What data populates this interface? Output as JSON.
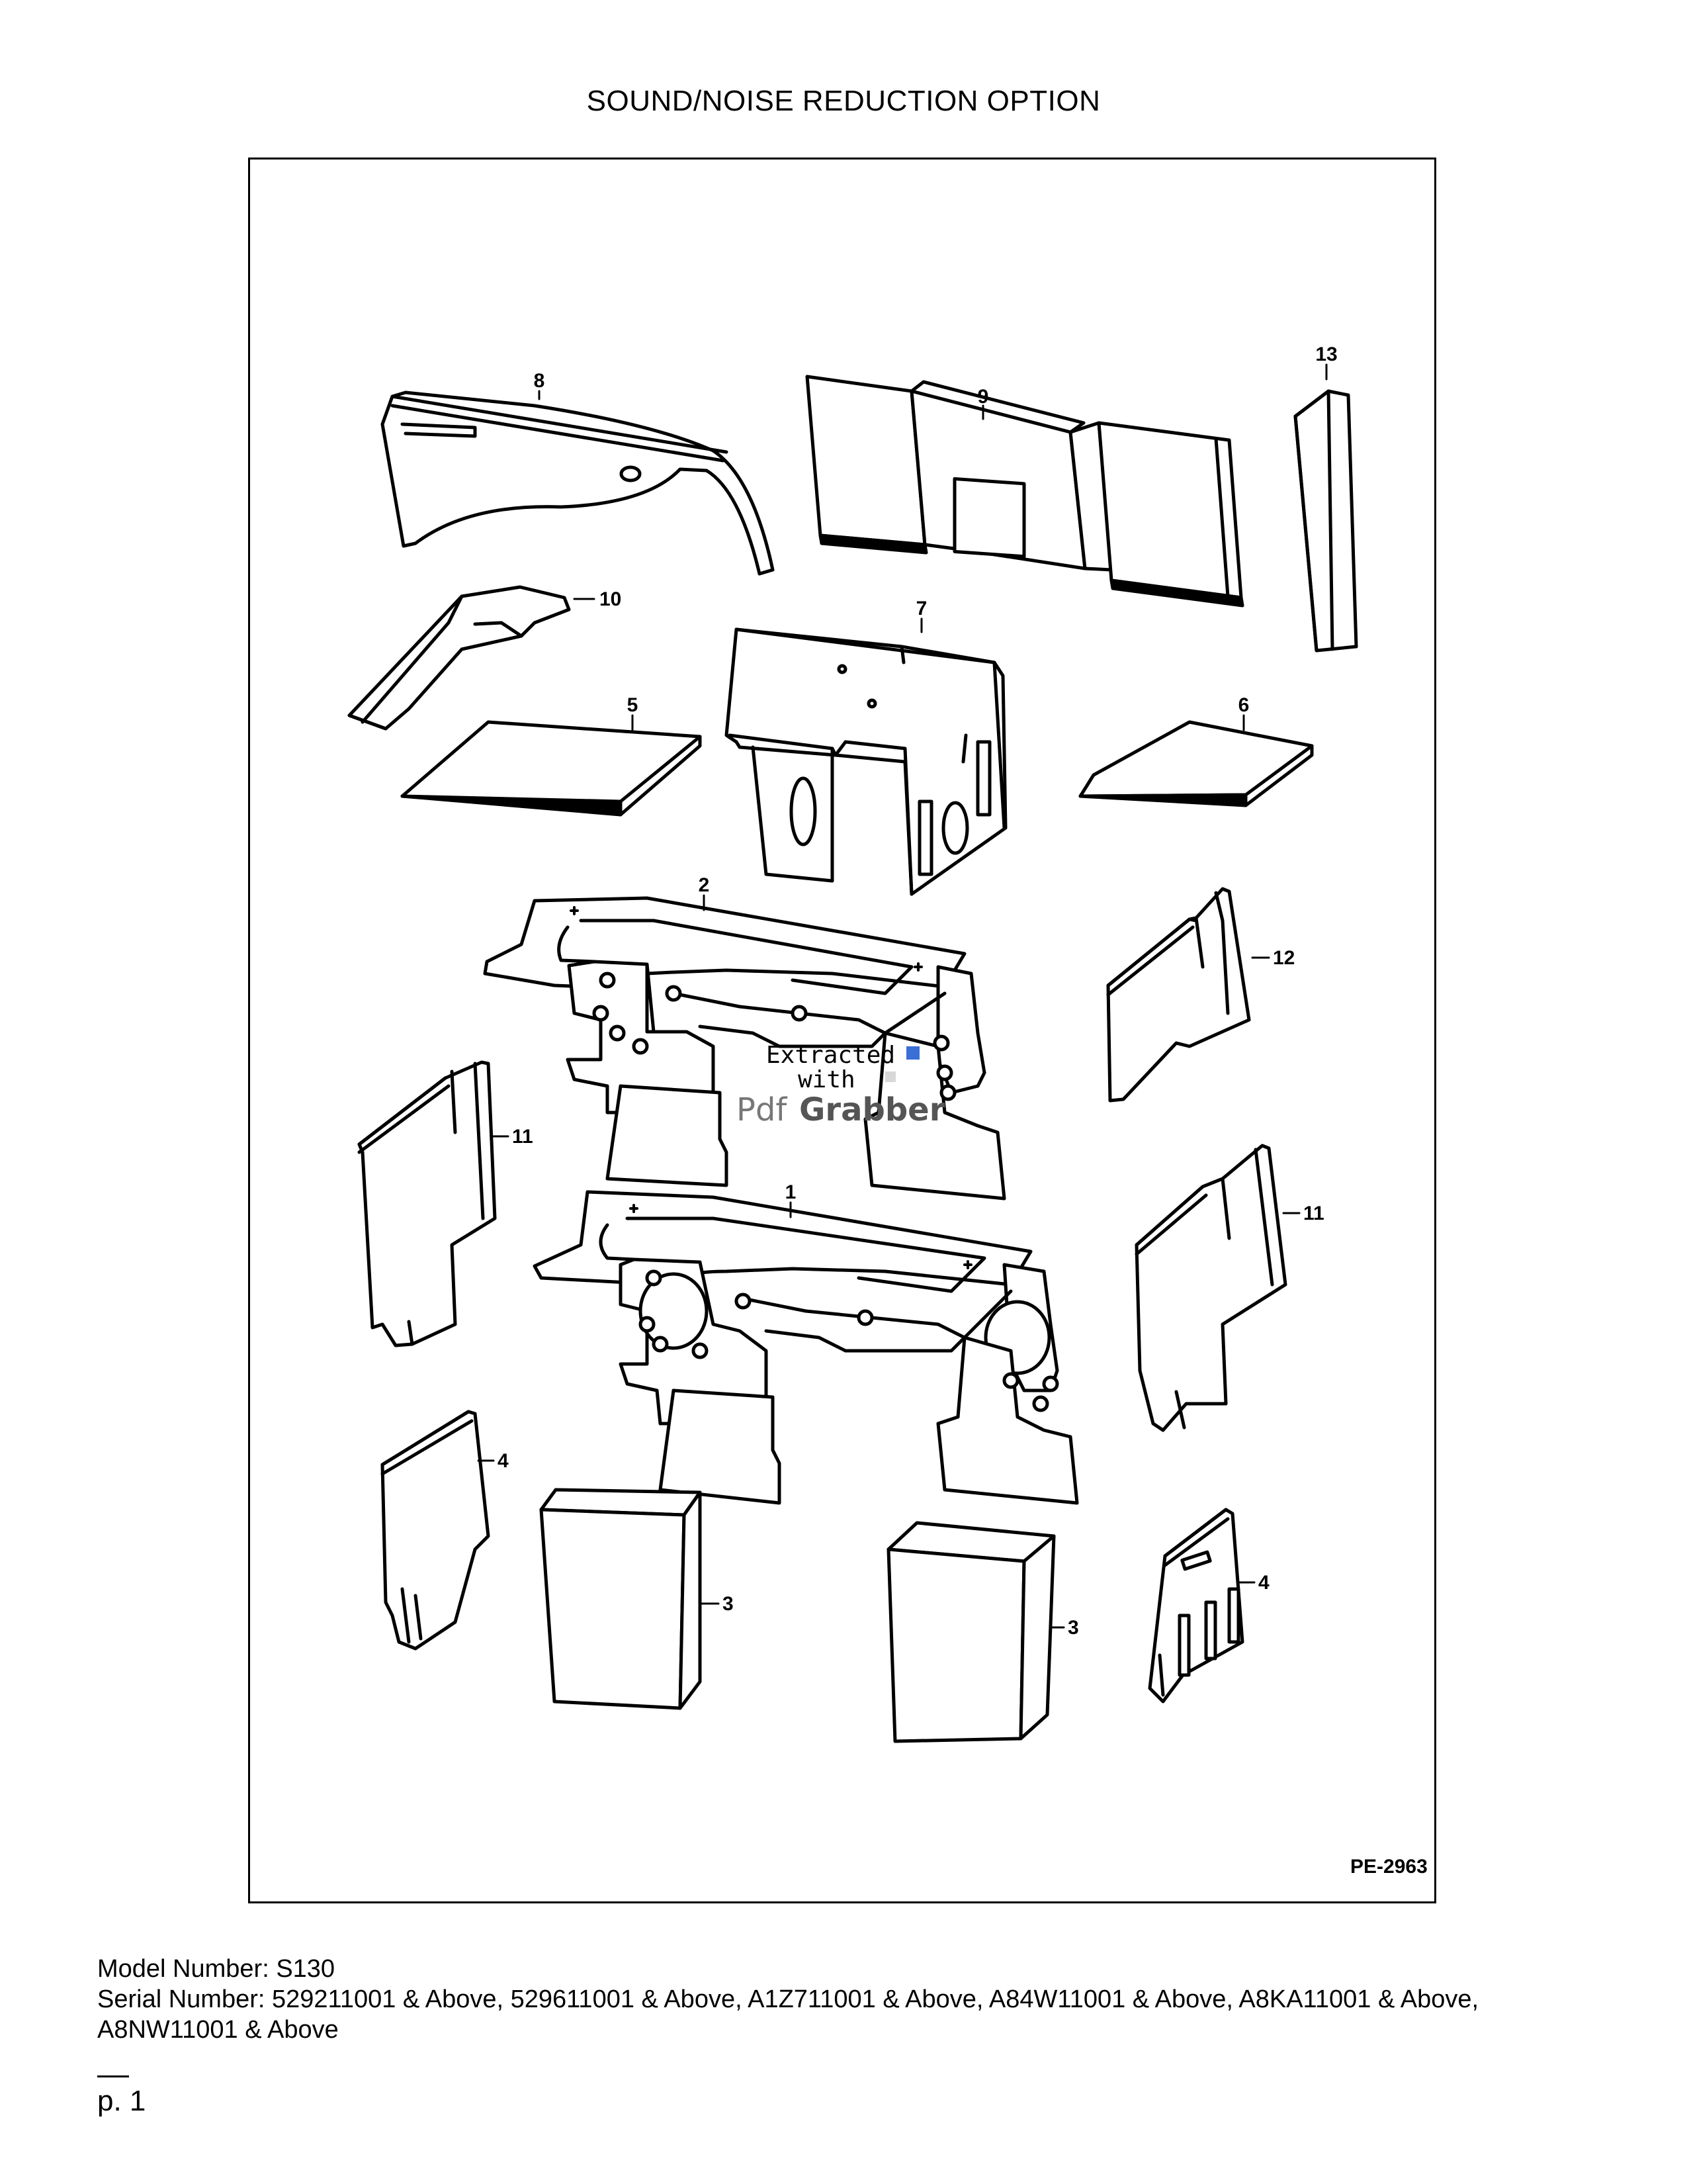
{
  "page_title": "SOUND/NOISE REDUCTION OPTION",
  "diagram": {
    "figure_code": "PE-2963",
    "watermark": {
      "line1": "Extracted",
      "line2": "with",
      "brand_a": "Pdf",
      "brand_b": "Grabber"
    },
    "callouts": [
      {
        "id": "1",
        "label": "1"
      },
      {
        "id": "2",
        "label": "2"
      },
      {
        "id": "3a",
        "label": "3"
      },
      {
        "id": "3b",
        "label": "3"
      },
      {
        "id": "4a",
        "label": "4"
      },
      {
        "id": "4b",
        "label": "4"
      },
      {
        "id": "5",
        "label": "5"
      },
      {
        "id": "6",
        "label": "6"
      },
      {
        "id": "7",
        "label": "7"
      },
      {
        "id": "8",
        "label": "8"
      },
      {
        "id": "9",
        "label": "9"
      },
      {
        "id": "10",
        "label": "10"
      },
      {
        "id": "11a",
        "label": "11"
      },
      {
        "id": "11b",
        "label": "11"
      },
      {
        "id": "12",
        "label": "12"
      },
      {
        "id": "13",
        "label": "13"
      }
    ]
  },
  "footer": {
    "model_line": "Model Number: S130",
    "serial_line": "Serial Number: 529211001 & Above, 529611001 & Above, A1Z711001 & Above, A84W11001 & Above, A8KA11001 & Above, A8NW11001 & Above",
    "page_number": "p. 1"
  }
}
